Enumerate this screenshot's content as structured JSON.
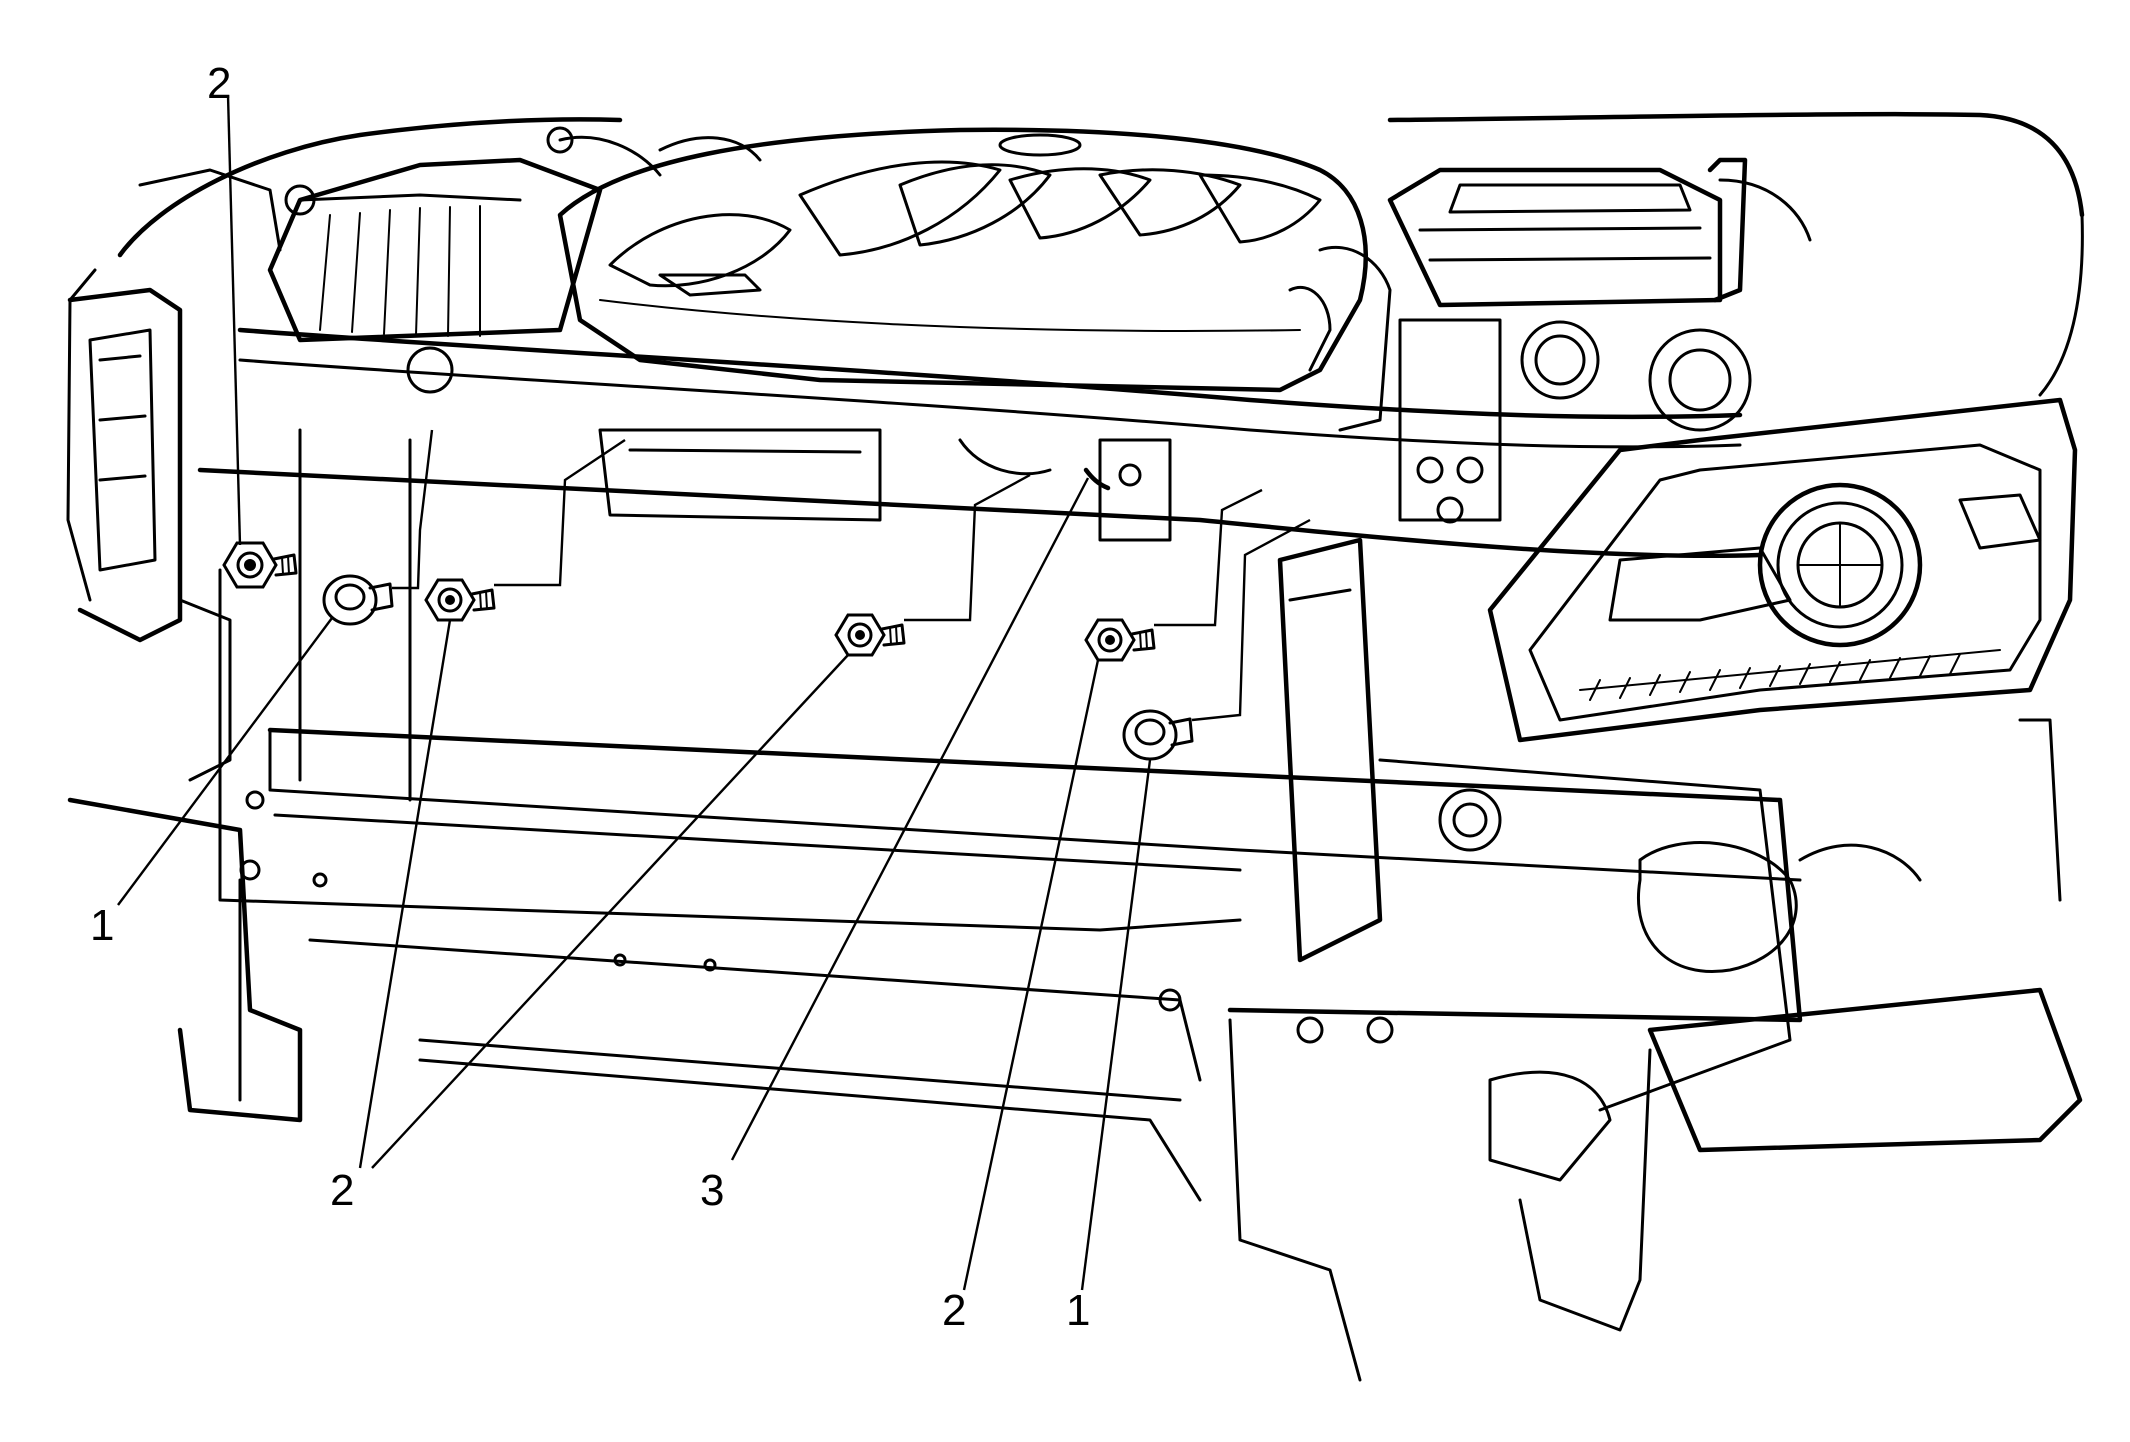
{
  "colors": {
    "ink": "#000000",
    "paper": "#ffffff"
  },
  "callouts": [
    {
      "label": "2",
      "part": "bolt"
    },
    {
      "label": "1",
      "part": "push-pin-retainer"
    },
    {
      "label": "2",
      "part": "bolt"
    },
    {
      "label": "3",
      "part": "connector-clip"
    },
    {
      "label": "2",
      "part": "bolt"
    },
    {
      "label": "1",
      "part": "push-pin-retainer"
    }
  ]
}
